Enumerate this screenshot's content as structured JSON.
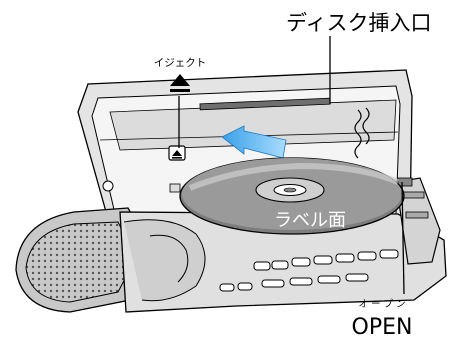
{
  "labels": {
    "disc_slot": "ディスク挿入口",
    "eject_small": "イジェクト",
    "disc_label": "ラベル面",
    "open_ruby": "オ ー プ ン",
    "open": "OPEN"
  },
  "colors": {
    "line": "#000000",
    "light_gray": "#e9e9e9",
    "mid_gray": "#b5b5b5",
    "dark_gray": "#6f6f6f",
    "blue": "#3aa0e6",
    "disc": "#7d7d7d"
  }
}
